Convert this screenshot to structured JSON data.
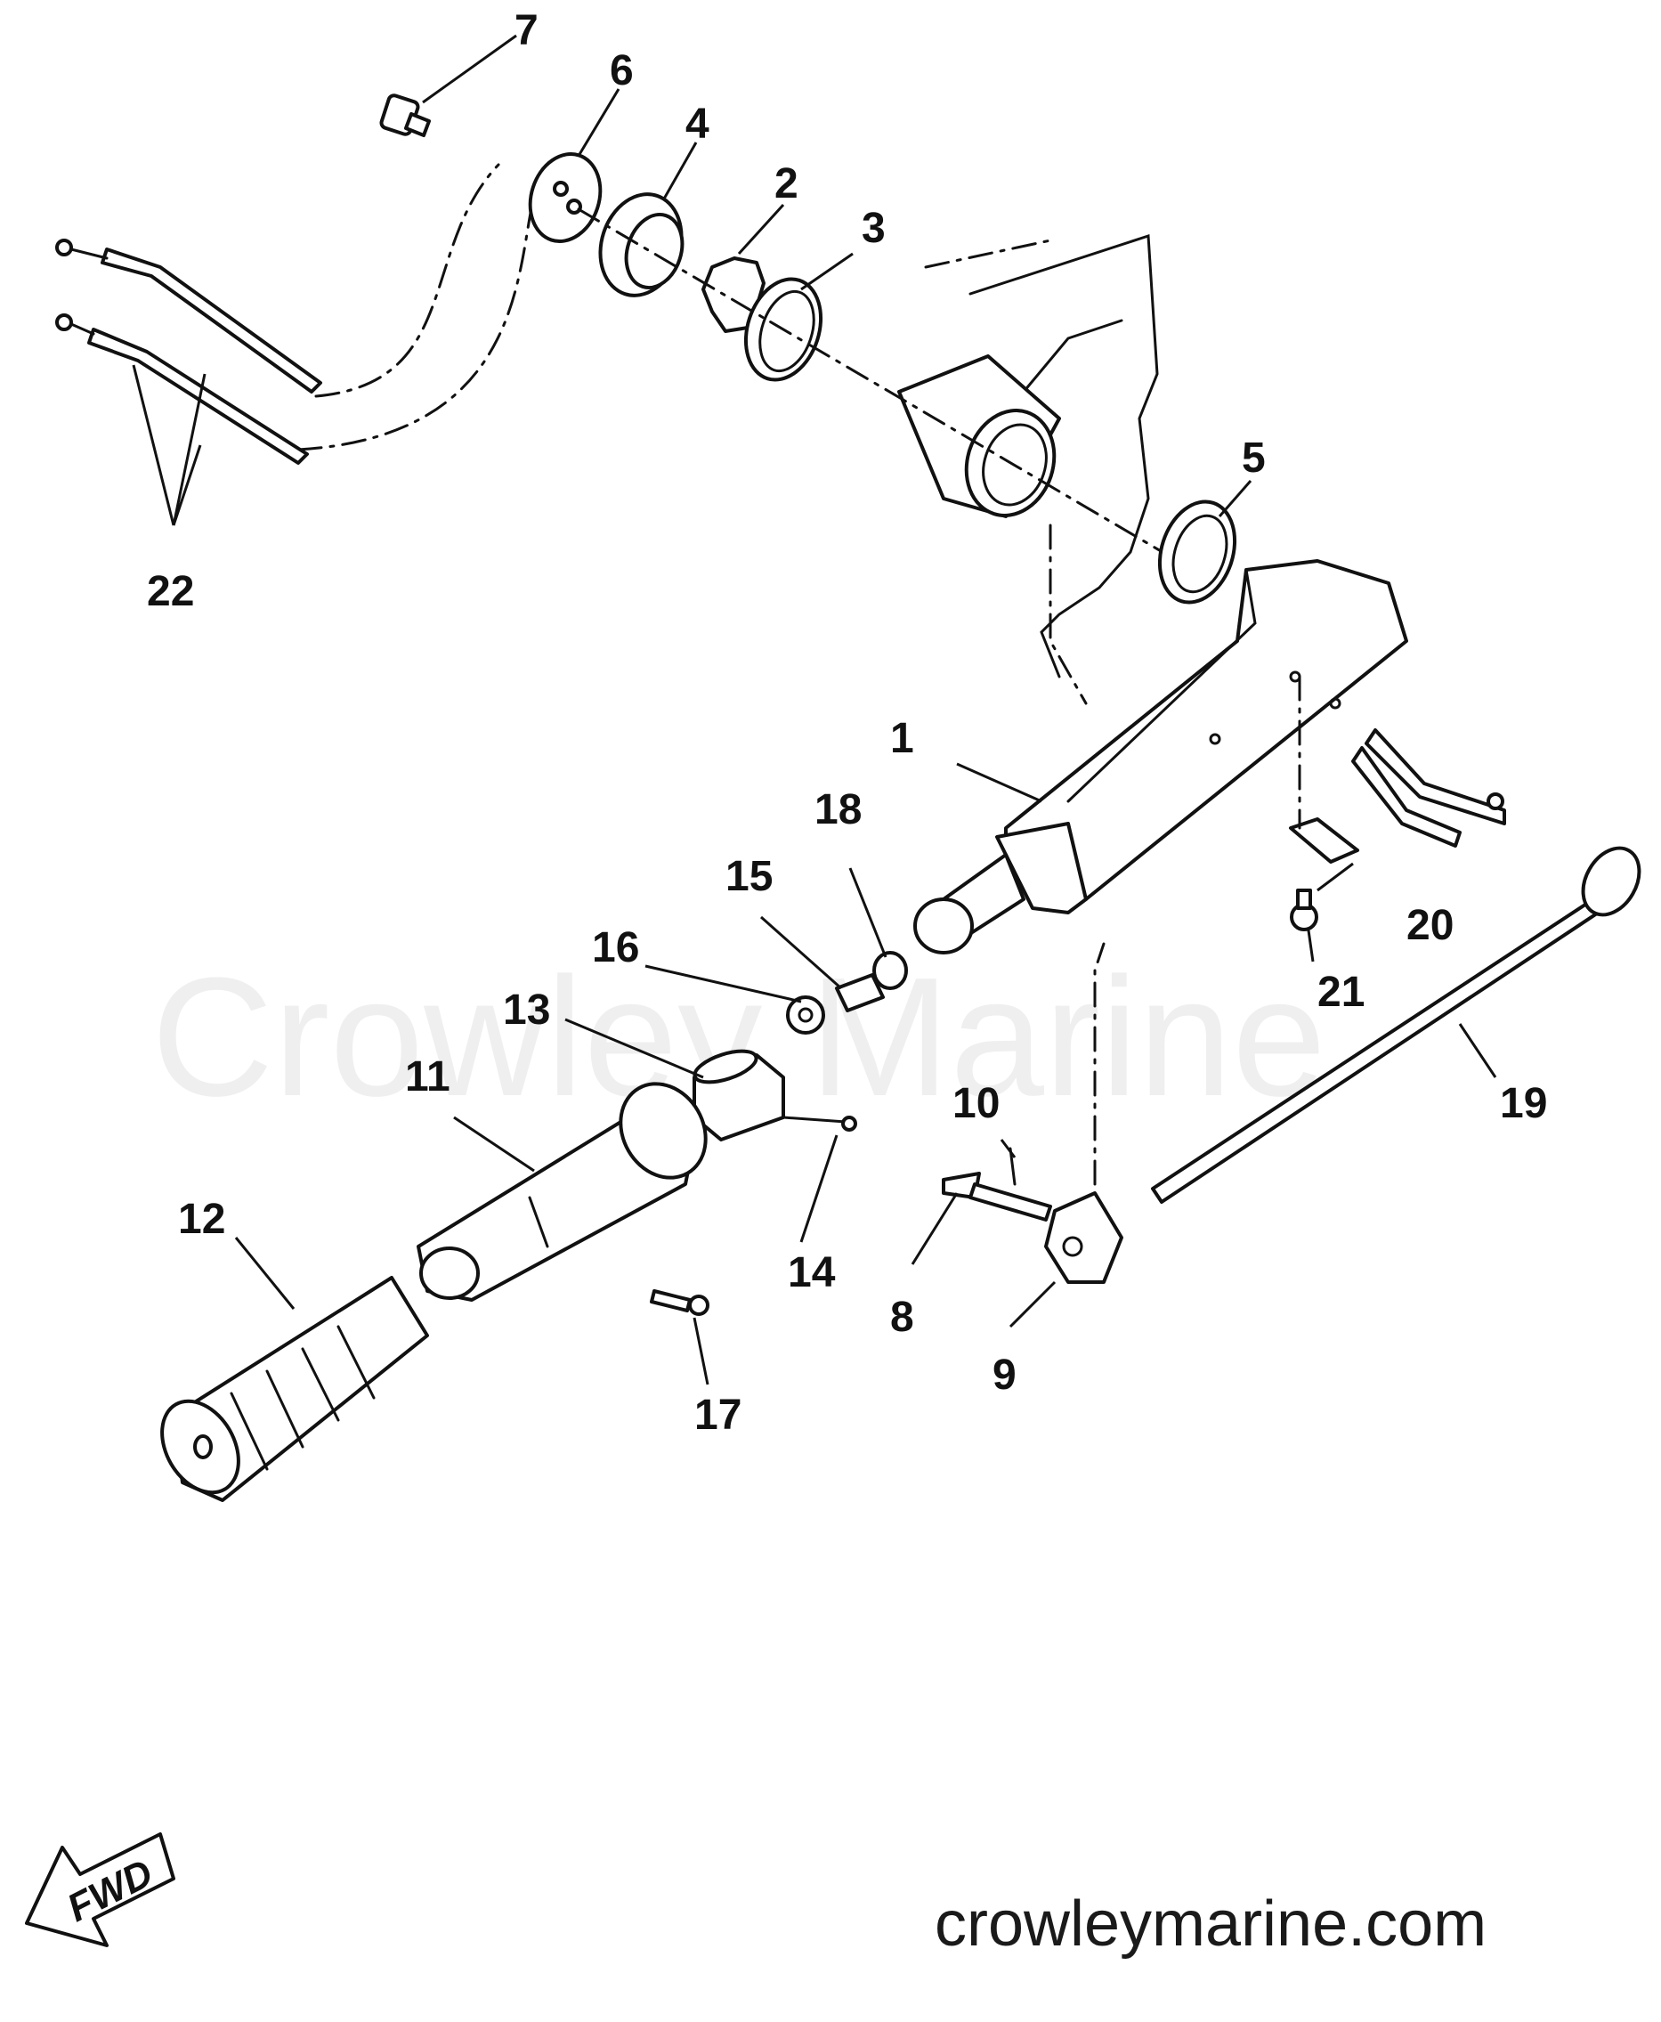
{
  "diagram": {
    "callouts": [
      "1",
      "2",
      "3",
      "4",
      "5",
      "6",
      "7",
      "8",
      "9",
      "10",
      "11",
      "12",
      "13",
      "14",
      "15",
      "16",
      "17",
      "18",
      "19",
      "20",
      "21",
      "22"
    ],
    "direction_arrow": "FWD",
    "watermark": "Crowley Marine",
    "website": "crowleymarine.com"
  }
}
